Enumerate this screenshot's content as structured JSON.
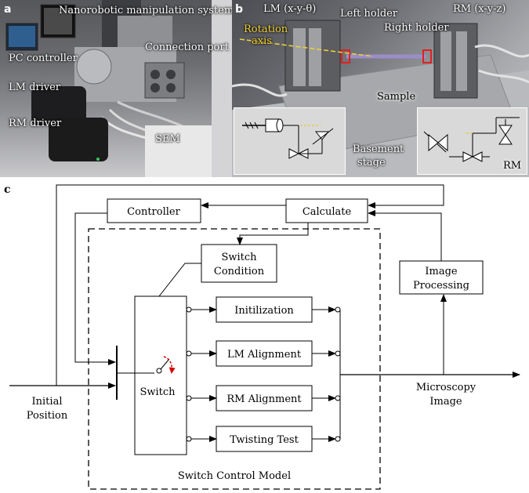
{
  "panel_a": {
    "letter": "a",
    "labels": {
      "system": "Nanorobotic manipulation system",
      "connection": "Connection port",
      "pc": "PC controller",
      "lm_driver": "LM driver",
      "rm_driver": "RM driver",
      "sem": "SEM"
    }
  },
  "panel_b": {
    "letter": "b",
    "labels": {
      "lm": "LM (x-y-θ)",
      "rotation": "Rotation",
      "axis": "axis",
      "left_holder": "Left holder",
      "right_holder": "Right holder",
      "rm": "RM (x-y-z)",
      "sample": "Sample",
      "basement_1": "Basement",
      "basement_2": "stage",
      "rm_inset": "RM"
    }
  },
  "panel_c": {
    "letter": "c",
    "blocks": {
      "controller": "Controller",
      "calculate": "Calculate",
      "switch_condition_1": "Switch",
      "switch_condition_2": "Condition",
      "image_processing_1": "Image",
      "image_processing_2": "Processing",
      "initialization": "Initilization",
      "lm_alignment": "LM Alignment",
      "rm_alignment": "RM Alignment",
      "twisting_test": "Twisting Test",
      "switch": "Switch"
    },
    "io": {
      "initial_1": "Initial",
      "initial_2": "Position",
      "output_1": "Microscopy",
      "output_2": "Image"
    },
    "model_label": "Switch Control Model"
  }
}
